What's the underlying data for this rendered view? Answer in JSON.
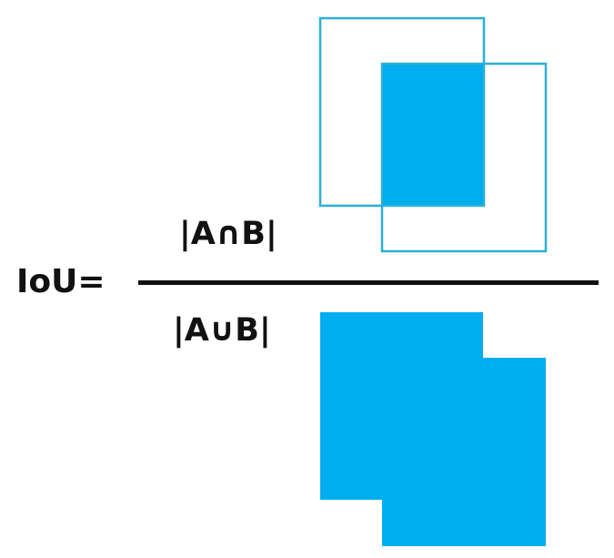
{
  "formula": {
    "lhs": "IoU=",
    "numerator": "|A∩B|",
    "denominator": "|A∪B|"
  },
  "colors": {
    "fill": "#00aeef",
    "outline": "#2bb0d6",
    "text": "#111111"
  }
}
